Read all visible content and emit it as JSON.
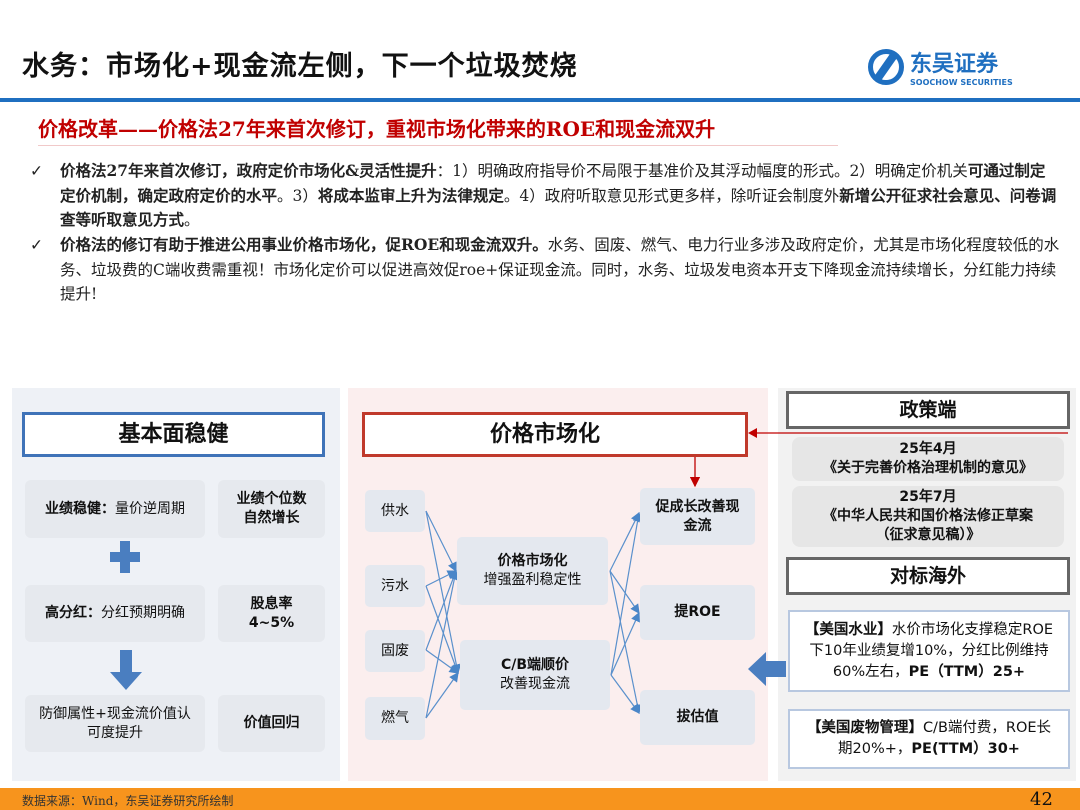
{
  "header": {
    "title": "水务：市场化+现金流左侧，下一个垃圾焚烧",
    "logo_cn": "东吴证券",
    "logo_en": "SOOCHOW SECURITIES"
  },
  "subtitle": "价格改革——价格法27年来首次修订，重视市场化带来的ROE和现金流双升",
  "bullets": [
    {
      "check": "✓",
      "bold1": "价格法27年来首次修订，政府定价市场化&灵活性提升",
      "t1": "：1）明确政府指导价不局限于基准价及其浮动幅度的形式。2）明确定价机关",
      "bold2": "可通过制定定价机制，确定政府定价的水平",
      "t2": "。3）",
      "bold3": "将成本监审上升为法律规定",
      "t3": "。4）政府听取意见形式更多样，除听证会制度外",
      "bold4": "新增公开征求社会意见、问卷调查等听取意见方式",
      "t4": "。"
    },
    {
      "check": "✓",
      "bold1": "价格法的修订有助于推进公用事业价格市场化，促ROE和现金流双升。",
      "t1": "水务、固废、燃气、电力行业多涉及政府定价，尤其是市场化程度较低的水务、垃圾费的C端收费需重视！市场化定价可以促进高效促roe+保证现金流。同时，水务、垃圾发电资本开支下降现金流持续增长，分红能力持续提升!"
    }
  ],
  "left": {
    "title": "基本面稳健",
    "rows": [
      {
        "a_bold": "业绩稳健：",
        "a": "量价逆周期",
        "b": "业绩个位数自然增长"
      },
      {
        "a_bold": "高分红：",
        "a": "分红预期明确",
        "b": "股息率4~5%"
      },
      {
        "a": "防御属性+现金流价值认可度提升",
        "b": "价值回归"
      }
    ]
  },
  "middle": {
    "title": "价格市场化",
    "sources": [
      "供水",
      "污水",
      "固废",
      "燃气"
    ],
    "mid1_bold": "价格市场化",
    "mid1": "增强盈利稳定性",
    "mid2_bold": "C/B端顺价",
    "mid2": "改善现金流",
    "out1": "促成长改善现金流",
    "out2": "提ROE",
    "out3": "拔估值"
  },
  "right": {
    "policy_title": "政策端",
    "p1_date": "25年4月",
    "p1_doc": "《关于完善价格治理机制的意见》",
    "p2_date": "25年7月",
    "p2_doc": "《中华人民共和国价格法修正草案（征求意见稿）》",
    "bench_title": "对标海外",
    "b1_bold": "【美国水业】",
    "b1": "水价市场化支撑稳定ROE下10年业绩复增10%，分红比例维持60%左右，",
    "b1_end": "PE（TTM）25+",
    "b2_bold": "【美国废物管理】",
    "b2": "C/B端付费，ROE长期20%+，",
    "b2_end": "PE(TTM）30+"
  },
  "footer": {
    "source": "数据来源：Wind，东吴证券研究所绘制",
    "page": "42"
  }
}
